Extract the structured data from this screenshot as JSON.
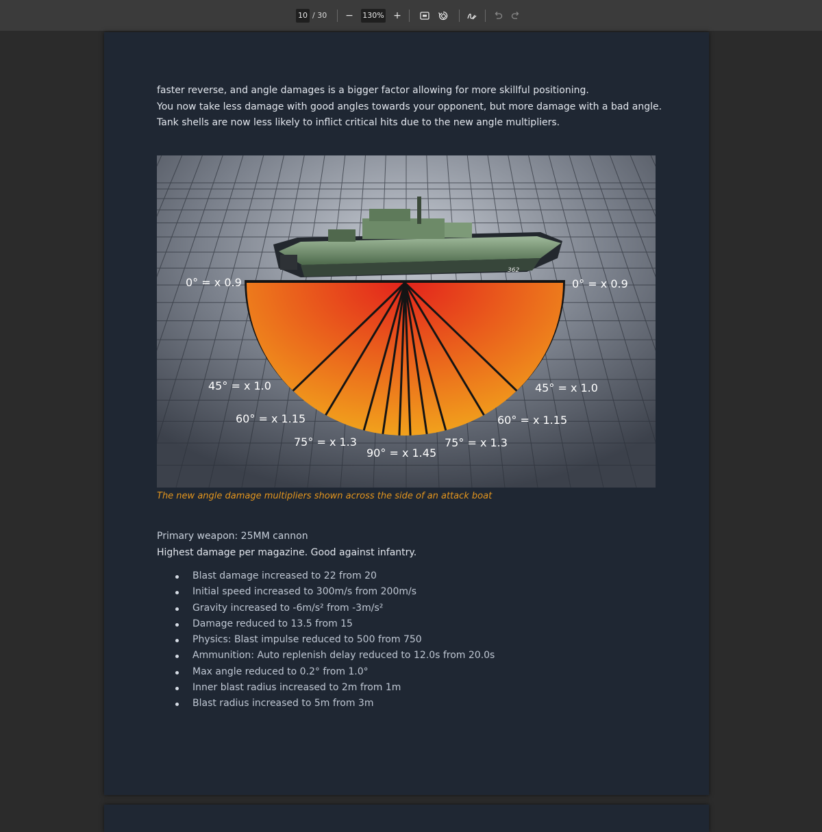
{
  "toolbar": {
    "page_current": "10",
    "page_total": "/ 30",
    "zoom": "130%",
    "zoom_out": "−",
    "zoom_in": "+",
    "icons": [
      "fit-page-icon",
      "rotate-icon",
      "draw-icon",
      "undo-icon",
      "redo-icon"
    ]
  },
  "content": {
    "intro_lines": [
      "faster reverse, and angle damages is a bigger factor allowing for more skillful positioning.",
      "You now take less damage with good angles towards your opponent, but more damage with a bad angle.",
      "Tank shells are now less likely to inflict critical hits due to the new angle multipliers."
    ],
    "figure": {
      "boat_hull_number": "362",
      "multipliers": [
        {
          "angle": 0,
          "label": "0° = x 0.9",
          "side": "left"
        },
        {
          "angle": 0,
          "label": "0° = x 0.9",
          "side": "right"
        },
        {
          "angle": 45,
          "label": "45° = x 1.0",
          "side": "left"
        },
        {
          "angle": 45,
          "label": "45° = x 1.0",
          "side": "right"
        },
        {
          "angle": 60,
          "label": "60° = x 1.15",
          "side": "left"
        },
        {
          "angle": 60,
          "label": "60° = x 1.15",
          "side": "right"
        },
        {
          "angle": 75,
          "label": "75° = x 1.3",
          "side": "left"
        },
        {
          "angle": 75,
          "label": "75° = x 1.3",
          "side": "right"
        },
        {
          "angle": 90,
          "label": "90° = x 1.45",
          "side": "center"
        }
      ],
      "colors": {
        "outer": "#f2a81c",
        "inner": "#e3231c"
      }
    },
    "caption": "The new angle damage multipliers shown across the side of an attack boat",
    "weapon_title": "Primary weapon: 25MM cannon",
    "weapon_desc": "Highest damage per magazine. Good against infantry.",
    "bullets": [
      "Blast damage increased to 22 from 20",
      "Initial speed increased to 300m/s from 200m/s",
      "Gravity increased to -6m/s² from -3m/s²",
      "Damage reduced to 13.5 from 15",
      "Physics: Blast impulse reduced to 500 from 750",
      "Ammunition: Auto replenish delay reduced to 12.0s from 20.0s",
      "Max angle reduced to 0.2° from 1.0°",
      "Inner blast radius increased to 2m from 1m",
      "Blast radius increased to 5m from 3m"
    ]
  }
}
